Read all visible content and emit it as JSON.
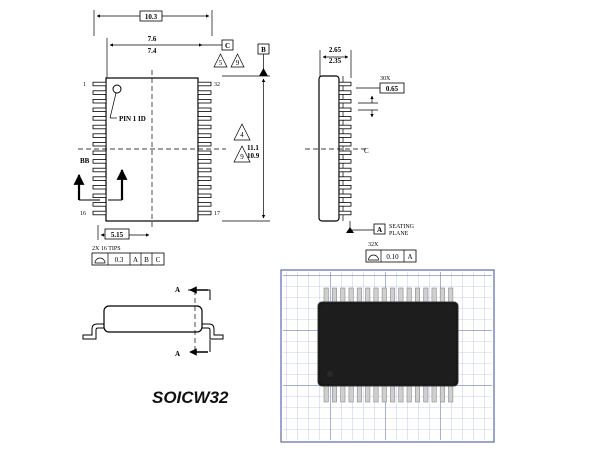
{
  "package_name": "SOICW32",
  "top_view": {
    "dim_body_width": "10.3",
    "dim_lead_span_max": "7.6",
    "dim_lead_span_min": "7.4",
    "datum_c": "C",
    "datum_b": "B",
    "note_5": "5",
    "note_9": "9",
    "pin_1": "1",
    "pin_16": "16",
    "pin_17": "17",
    "pin_32": "32",
    "pin1_label": "PIN 1 ID",
    "section_label": "BB",
    "dim_length_max": "11.1",
    "dim_length_min": "10.9",
    "note_4": "4",
    "note_9b": "9",
    "dim_pitch": "5.15",
    "tips_label": "2X 16 TIPS",
    "fcf_tolerance": "0.3",
    "fcf_datum_a": "A",
    "fcf_datum_b": "B",
    "fcf_datum_c": "C"
  },
  "side_view": {
    "dim_height_max": "2.65",
    "dim_height_min": "2.35",
    "lead_count_label": "30X",
    "dim_lead": "0.65",
    "centerline": "C",
    "datum_a": "A",
    "seating_line1": "SEATING",
    "seating_line2": "PLANE",
    "tol_count_label": "32X",
    "fcf_tolerance": "0.10",
    "fcf_datum": "A"
  },
  "section_view": {
    "label_a_top": "A",
    "label_a_bottom": "A"
  }
}
